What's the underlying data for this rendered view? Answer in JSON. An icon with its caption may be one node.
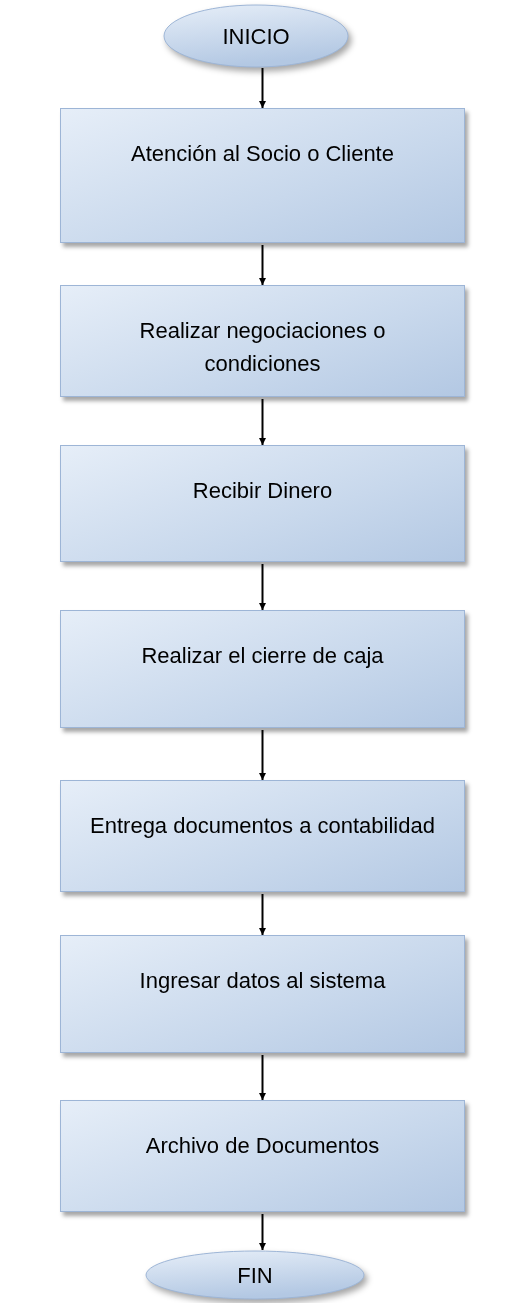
{
  "diagram": {
    "nodes": [
      {
        "text": [
          "INICIO"
        ]
      },
      {
        "text": [
          "Atención al Socio o Cliente"
        ]
      },
      {
        "text": [
          "Realizar negociaciones o condiciones"
        ]
      },
      {
        "text": [
          "Recibir Dinero"
        ]
      },
      {
        "text": [
          "Realizar el cierre de caja"
        ]
      },
      {
        "text": [
          "Entrega documentos a contabilidad"
        ]
      },
      {
        "text": [
          "Ingresar datos al sistema"
        ]
      },
      {
        "text": [
          "Archivo de Documentos"
        ]
      },
      {
        "text": [
          "FIN"
        ]
      }
    ],
    "edges": [
      {
        "from": 0,
        "to": 1,
        "arrow": "to"
      },
      {
        "from": 1,
        "to": 2,
        "arrow": "to"
      },
      {
        "from": 2,
        "to": 3,
        "arrow": "to"
      },
      {
        "from": 3,
        "to": 4,
        "arrow": "to"
      },
      {
        "from": 4,
        "to": 5,
        "arrow": "to"
      },
      {
        "from": 5,
        "to": 6,
        "arrow": "to"
      },
      {
        "from": 6,
        "to": 7,
        "arrow": "to"
      },
      {
        "from": 7,
        "to": 8,
        "arrow": "to"
      }
    ]
  }
}
